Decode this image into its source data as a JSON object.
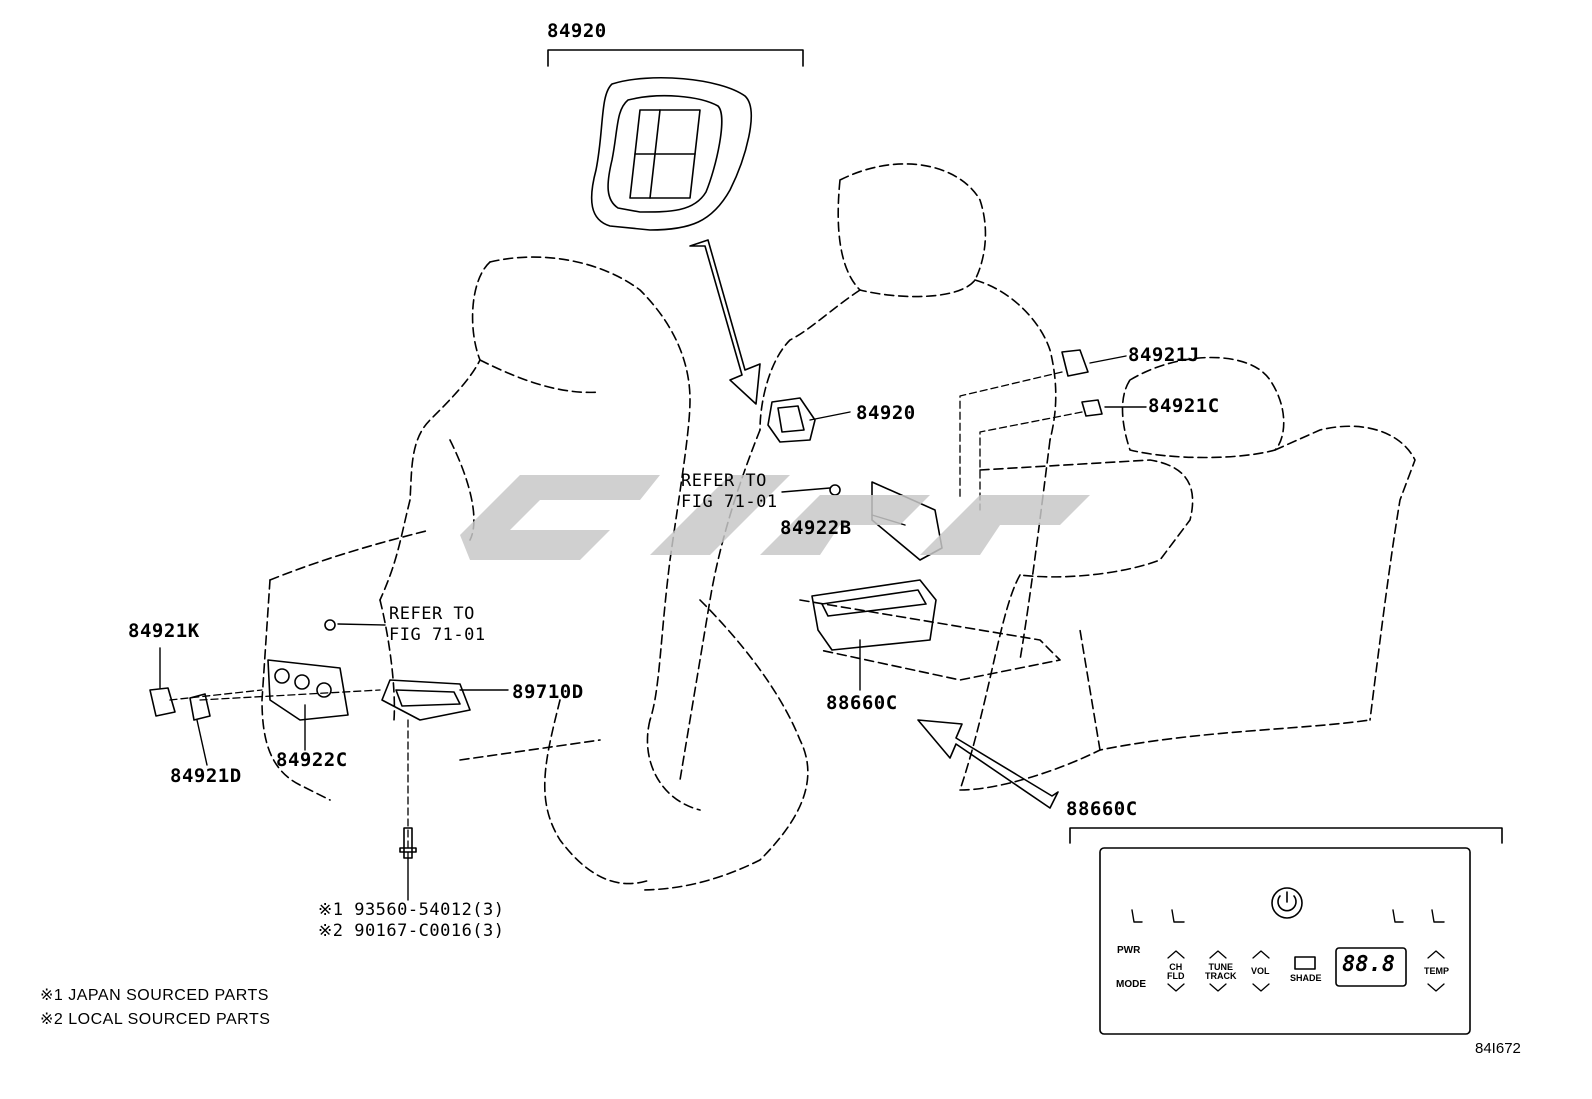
{
  "parts": {
    "top_switch": "84920",
    "seat_switch": "84920",
    "part_84921J": "84921J",
    "part_84921C": "84921C",
    "part_84922B": "84922B",
    "part_84921K": "84921K",
    "part_84921D": "84921D",
    "part_84922C": "84922C",
    "part_89710D": "89710D",
    "part_88660C": "88660C",
    "panel_88660C": "88660C"
  },
  "refer_upper": [
    "REFER TO",
    "FIG 71-01"
  ],
  "refer_lower": [
    "REFER TO",
    "FIG 71-01"
  ],
  "bolt_refs": [
    "※1 93560-54012(3)",
    "※2 90167-C0016(3)"
  ],
  "footnotes": [
    "※1 JAPAN SOURCED PARTS",
    "※2 LOCAL SOURCED PARTS"
  ],
  "figure_id": "84I672",
  "control_panel": {
    "pwr": "PWR",
    "mode": "MODE",
    "ch_fld": [
      "CH",
      "FLD"
    ],
    "tune_track": [
      "TUNE",
      "TRACK"
    ],
    "vol": "VOL",
    "shade": "SHADE",
    "display": "88.8",
    "temp": "TEMP"
  },
  "colors": {
    "line": "#000000",
    "watermark": "#c8c8c8"
  }
}
